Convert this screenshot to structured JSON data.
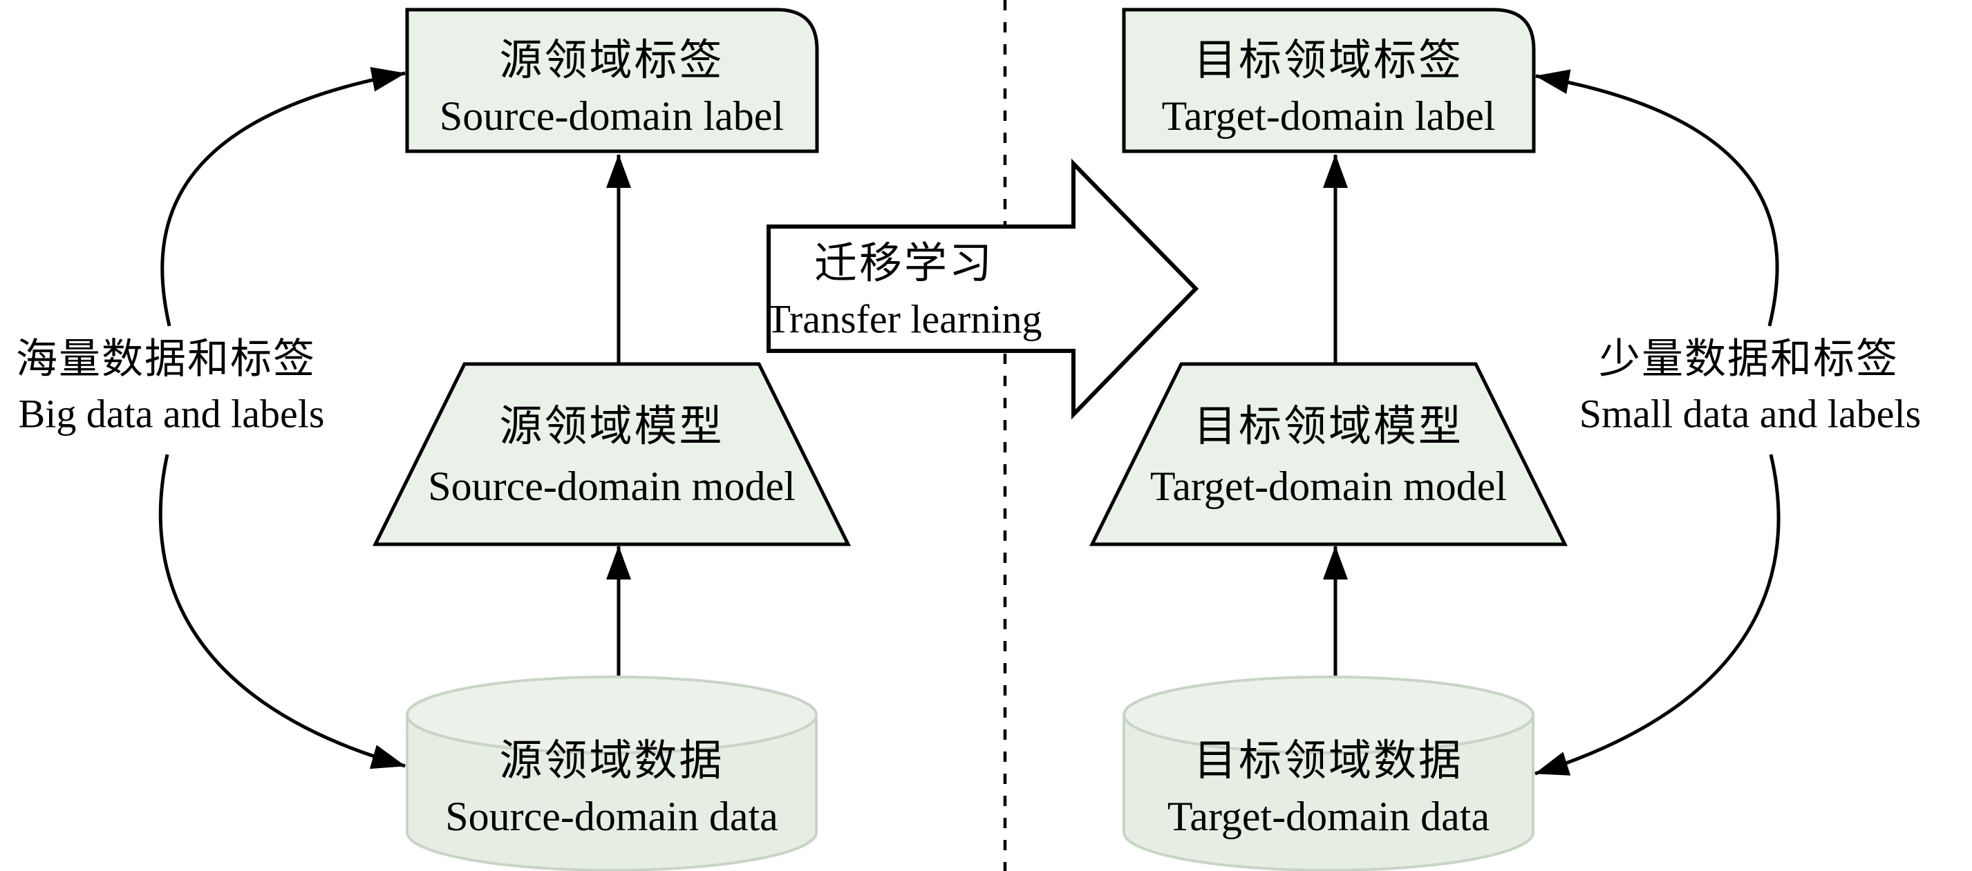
{
  "transfer_arrow": {
    "label_zh": "迁移学习",
    "label_en": "Transfer learning"
  },
  "source_domain": {
    "label_box": {
      "zh": "源领域标签",
      "en": "Source-domain label"
    },
    "model": {
      "zh": "源领域模型",
      "en": "Source-domain model"
    },
    "data_store": {
      "zh": "源领域数据",
      "en": "Source-domain data"
    },
    "side_note": {
      "zh": "海量数据和标签",
      "en": "Big data and labels"
    }
  },
  "target_domain": {
    "label_box": {
      "zh": "目标领域标签",
      "en": "Target-domain label"
    },
    "model": {
      "zh": "目标领域模型",
      "en": "Target-domain model"
    },
    "data_store": {
      "zh": "目标领域数据",
      "en": "Target-domain data"
    },
    "side_note": {
      "zh": "少量数据和标签",
      "en": "Small data and labels"
    }
  },
  "colors": {
    "background": "#ffffff",
    "shape_fill": "#e9f1e8",
    "cylinder_fill": "#e6eee4",
    "cylinder_top_fill": "#ecf2ea",
    "cylinder_stroke": "#c8d5c6",
    "arrow_fill": "#ffffff",
    "line": "#000000"
  }
}
